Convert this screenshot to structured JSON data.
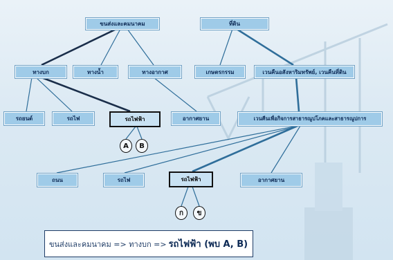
{
  "colors": {
    "box_fill": "#9fcbe8",
    "highlight_border": "#111111",
    "edge_color": "#2f6e9a",
    "caption_text": "#1f3c66"
  },
  "diagram": {
    "transport_root": "ขนส่งและคมนาคม",
    "land_root": "ที่ดิน",
    "road": "ทางบก",
    "water": "ทางน้ำ",
    "air": "ทางอากาศ",
    "agriculture": "เกษตรกรรม",
    "exempt_land": "เวนคืนอสังหาริมทรัพย์, เวนคืนที่ดิน",
    "car": "รถยนต์",
    "train": "รถไฟ",
    "electric_train": "รถไฟฟ้า",
    "airport": "อากาศยาน",
    "public_utility": "เวนคืนเพื่อกิจการสาธารณูปโภคและสาธารณูปการ",
    "street_l2": "ถนน",
    "train_l2": "รถไฟ",
    "electric_train_l2": "รถไฟฟ้า",
    "airport_l2": "อากาศยาน",
    "markers_top": [
      "A",
      "B"
    ],
    "markers_bottom": [
      "ก",
      "ข"
    ]
  },
  "caption": {
    "path": "ขนส่งและคมนาคม => ทางบก =>",
    "destination": "รถไฟฟ้า (พบ A, B)"
  }
}
